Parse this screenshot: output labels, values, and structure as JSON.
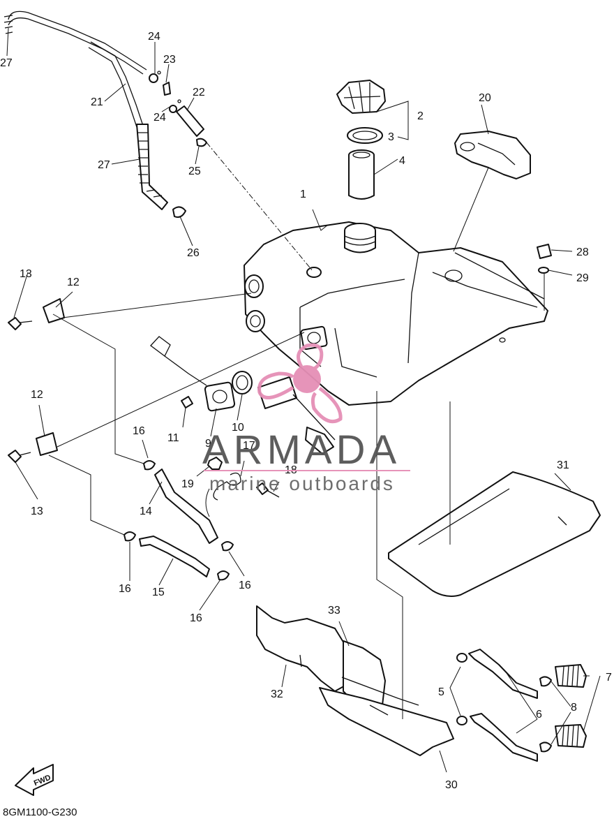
{
  "diagram": {
    "drawing_code": "8GM1100-G230",
    "fwd_label": "FWD",
    "callouts": [
      "1",
      "2",
      "3",
      "4",
      "5",
      "6",
      "7",
      "8",
      "9",
      "10",
      "11",
      "12",
      "12",
      "13",
      "13",
      "14",
      "15",
      "16",
      "16",
      "16",
      "16",
      "17",
      "18",
      "19",
      "20",
      "21",
      "22",
      "23",
      "24",
      "24",
      "25",
      "26",
      "27",
      "27",
      "28",
      "29",
      "30",
      "31",
      "32",
      "33"
    ]
  },
  "watermark": {
    "brand": "ARMADA",
    "tagline": "marine outboards",
    "logo_color": "#e58fb6"
  }
}
